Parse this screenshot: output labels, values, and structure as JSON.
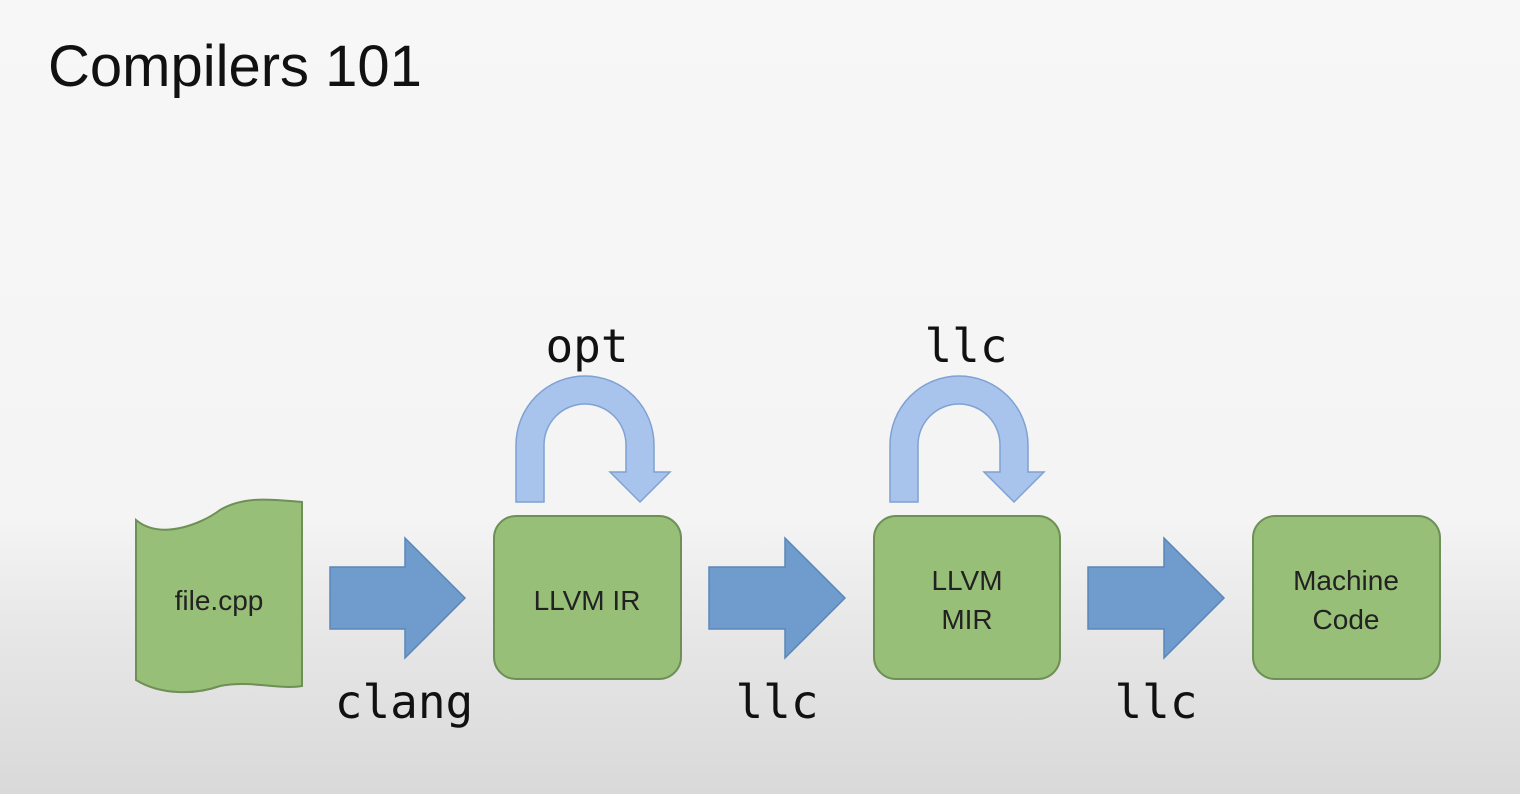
{
  "slide": {
    "title": "Compilers 101"
  },
  "nodes": {
    "source": "file.cpp",
    "ir": "LLVM IR",
    "mir_line1": "LLVM",
    "mir_line2": "MIR",
    "machine_line1": "Machine",
    "machine_line2": "Code"
  },
  "tools": {
    "clang": "clang",
    "opt": "opt",
    "ir_to_mir": "llc",
    "mir_loop": "llc",
    "mir_to_machine": "llc"
  },
  "colors": {
    "node_fill": "#98bf78",
    "node_stroke": "#6e8f55",
    "flow_arrow": "#6f9ccd",
    "loop_arrow": "#a8c4ec"
  }
}
